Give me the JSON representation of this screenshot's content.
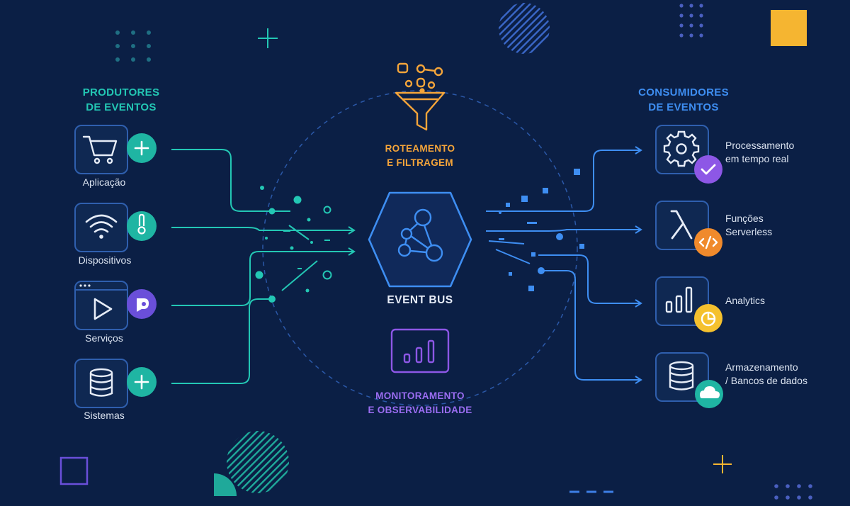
{
  "producers": {
    "heading": "PRODUTORES\nDE EVENTOS",
    "items": [
      {
        "label": "Aplicação",
        "icon": "shopping-cart-icon",
        "badge_icon": "plus-icon",
        "badge_color": "#1fb5a3"
      },
      {
        "label": "Dispositivos",
        "icon": "wifi-icon",
        "badge_icon": "thermometer-icon",
        "badge_color": "#1fb5a3"
      },
      {
        "label": "Serviços",
        "icon": "play-window-icon",
        "badge_icon": "service-tag-icon",
        "badge_color": "#6a4fd9"
      },
      {
        "label": "Sistemas",
        "icon": "database-icon",
        "badge_icon": "plus-icon",
        "badge_color": "#1fb5a3"
      }
    ]
  },
  "center": {
    "routing_title": "ROTEAMENTO\nE FILTRAGEM",
    "routing_icon": "filter-funnel-icon",
    "bus_title": "EVENT BUS",
    "bus_icon": "network-nodes-icon",
    "monitoring_title": "MONITORAMENTO\nE OBSERVABILIDADE",
    "monitoring_icon": "bar-chart-icon"
  },
  "consumers": {
    "heading": "CONSUMIDORES\nDE EVENTOS",
    "items": [
      {
        "label": "Processamento\nem tempo real",
        "icon": "gear-icon",
        "badge_icon": "check-icon",
        "badge_color": "#8d57e6"
      },
      {
        "label": "Funções\nServerless",
        "icon": "lambda-icon",
        "badge_icon": "code-icon",
        "badge_color": "#f08a2c"
      },
      {
        "label": "Analytics",
        "icon": "bar-chart-icon",
        "badge_icon": "pie-chart-icon",
        "badge_color": "#f5c12e"
      },
      {
        "label": "Armazenamento\n/ Bancos de dados",
        "icon": "database-icon",
        "badge_icon": "cloud-icon",
        "badge_color": "#1fb5a3"
      }
    ]
  },
  "colors": {
    "background": "#0b1f45",
    "teal": "#23c7b4",
    "blue": "#3e8ef2",
    "orange": "#f5a53a",
    "purple": "#9b6df2",
    "yellow": "#f5b531"
  }
}
